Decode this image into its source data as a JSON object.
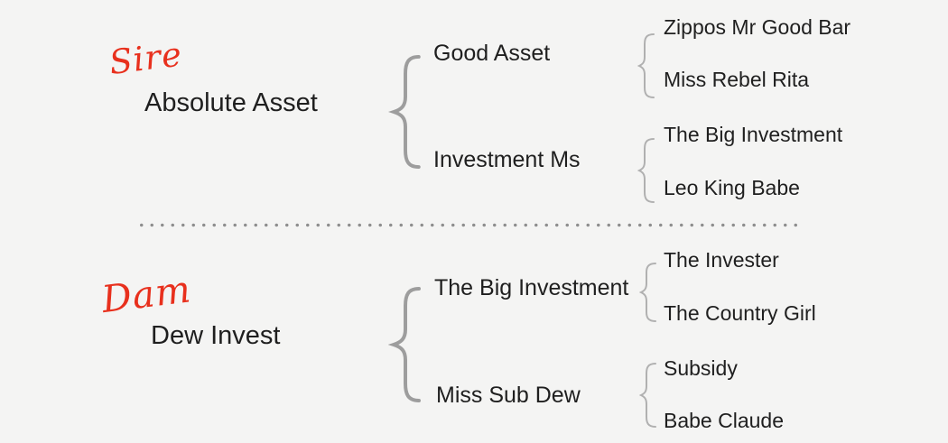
{
  "page": {
    "background": "#f4f4f3",
    "text_color": "#1f1f1f",
    "accent_red": "#e8301d",
    "brace_color_large": "#9d9d9d",
    "brace_color_small": "#b0b0b0",
    "divider_dot_color": "#8e8e8e"
  },
  "pedigree": {
    "sire": {
      "role_label": "Sire",
      "name": "Absolute Asset",
      "parents": [
        {
          "name": "Good Asset",
          "grandparents": [
            "Zippos Mr Good Bar",
            "Miss Rebel Rita"
          ]
        },
        {
          "name": "Investment Ms",
          "grandparents": [
            "The Big Investment",
            "Leo King Babe"
          ]
        }
      ]
    },
    "dam": {
      "role_label": "Dam",
      "name": "Dew Invest",
      "parents": [
        {
          "name": "The Big Investment",
          "grandparents": [
            "The Invester",
            "The Country Girl"
          ]
        },
        {
          "name": "Miss Sub Dew",
          "grandparents": [
            "Subsidy",
            "Babe Claude"
          ]
        }
      ]
    }
  }
}
